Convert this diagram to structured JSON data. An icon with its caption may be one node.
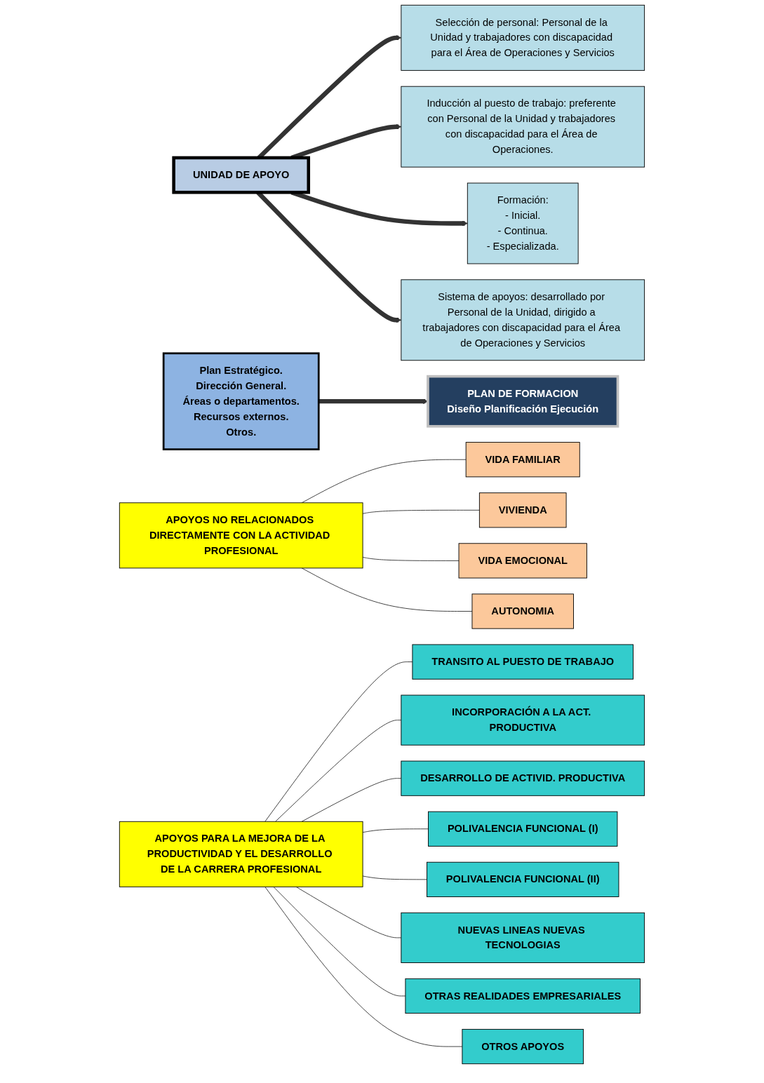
{
  "diagram": {
    "nodes": [
      {
        "text": [
          "UNIDAD DE APOYO"
        ]
      },
      {
        "text": [
          "Selección de personal: Personal de la Unidad y trabajadores con discapacidad para el Área de Operaciones y Servicios"
        ]
      },
      {
        "text": [
          "Inducción al puesto de trabajo: preferente con Personal de la Unidad y trabajadores con discapacidad para el Área de Operaciones."
        ]
      },
      {
        "text": [
          "Formación:",
          "- Inicial.",
          "- Continua.",
          "- Especializada."
        ]
      },
      {
        "text": [
          "PLAN DE FORMACION",
          "Diseño Planificación Ejecución"
        ]
      },
      {
        "text": [
          "Plan Estratégico.",
          "Dirección General.",
          "Áreas o departamentos.",
          "Recursos externos.",
          "Otros."
        ]
      },
      {
        "text": [
          "Sistema de apoyos: desarrollado por Personal de la Unidad, dirigido a trabajadores con discapacidad para el Área de Operaciones y Servicios"
        ]
      },
      {
        "text": [
          "APOYOS NO RELACIONADOS DIRECTAMENTE CON LA ACTIVIDAD PROFESIONAL"
        ]
      },
      {
        "text": [
          "APOYOS PARA LA MEJORA DE LA PRODUCTIVIDAD Y EL DESARROLLO DE LA CARRERA PROFESIONAL"
        ]
      },
      {
        "text": [
          "VIDA FAMILIAR"
        ]
      },
      {
        "text": [
          "VIVIENDA"
        ]
      },
      {
        "text": [
          "VIDA EMOCIONAL"
        ]
      },
      {
        "text": [
          "AUTONOMIA"
        ]
      },
      {
        "text": [
          "TRANSITO AL PUESTO DE TRABAJO"
        ]
      },
      {
        "text": [
          "INCORPORACIÓN A LA ACT. PRODUCTIVA"
        ]
      },
      {
        "text": [
          "DESARROLLO DE ACTIVID. PRODUCTIVA"
        ]
      },
      {
        "text": [
          "POLIVALENCIA FUNCIONAL (I)"
        ]
      },
      {
        "text": [
          "POLIVALENCIA FUNCIONAL (II)"
        ]
      },
      {
        "text": [
          "NUEVAS LINEAS NUEVAS TECNOLOGIAS"
        ]
      },
      {
        "text": [
          "OTRAS REALIDADES EMPRESARIALES"
        ]
      },
      {
        "text": [
          "OTROS APOYOS"
        ]
      }
    ],
    "edges": [
      {
        "from": 0,
        "to": 1,
        "arrow": "to",
        "style": "thick"
      },
      {
        "from": 0,
        "to": 2,
        "arrow": "to",
        "style": "thick"
      },
      {
        "from": 0,
        "to": 3,
        "arrow": "to",
        "style": "thick"
      },
      {
        "from": 0,
        "to": 6,
        "arrow": "to",
        "style": "thick"
      },
      {
        "from": 5,
        "to": 4,
        "arrow": "to",
        "style": "thick"
      },
      {
        "from": 7,
        "to": 9,
        "arrow": "none"
      },
      {
        "from": 7,
        "to": 10,
        "arrow": "none"
      },
      {
        "from": 7,
        "to": 11,
        "arrow": "none"
      },
      {
        "from": 7,
        "to": 12,
        "arrow": "none"
      },
      {
        "from": 8,
        "to": 13,
        "arrow": "none"
      },
      {
        "from": 8,
        "to": 14,
        "arrow": "none"
      },
      {
        "from": 8,
        "to": 15,
        "arrow": "none"
      },
      {
        "from": 8,
        "to": 16,
        "arrow": "none"
      },
      {
        "from": 8,
        "to": 17,
        "arrow": "none"
      },
      {
        "from": 8,
        "to": 18,
        "arrow": "none"
      },
      {
        "from": 8,
        "to": 19,
        "arrow": "none"
      },
      {
        "from": 8,
        "to": 20,
        "arrow": "none"
      }
    ]
  }
}
